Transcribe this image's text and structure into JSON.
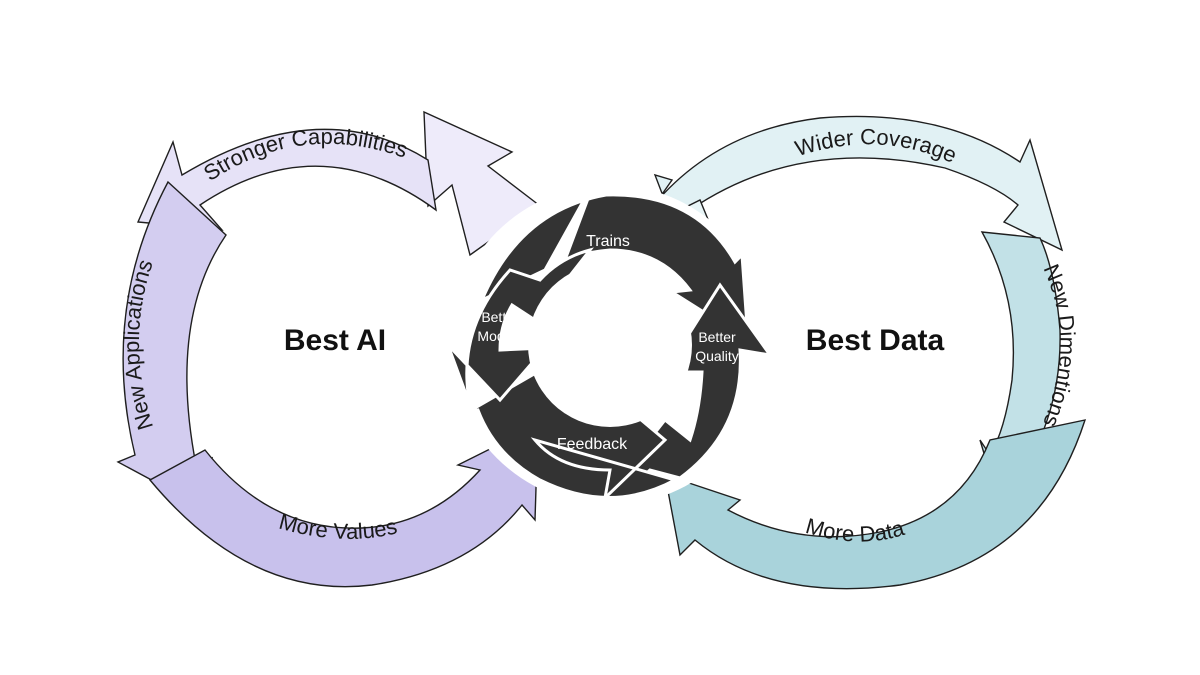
{
  "left_loop": {
    "title": "Best AI",
    "arcs": {
      "top": "Stronger Capabilities",
      "side": "New Applications",
      "bottom": "More Values"
    }
  },
  "right_loop": {
    "title": "Best Data",
    "arcs": {
      "top": "Wider Coverage",
      "side": "New Dimentions",
      "bottom": "More Data"
    }
  },
  "center_ring": {
    "top": "Trains",
    "left_line1": "Better",
    "left_line2": "Models",
    "right_line1": "Better",
    "right_line2": "Quality",
    "bottom": "Feedback"
  },
  "colors": {
    "left_top": "#e6e2f7",
    "left_side": "#d3cdf0",
    "left_bottom": "#c8c1ec",
    "left_tail": "#eeebfa",
    "right_top": "#e1f1f4",
    "right_side": "#c2e1e7",
    "right_bottom": "#a9d3db",
    "right_tail": "#e8f5f7",
    "ring": "#333333",
    "ring_outline": "#ffffff"
  }
}
